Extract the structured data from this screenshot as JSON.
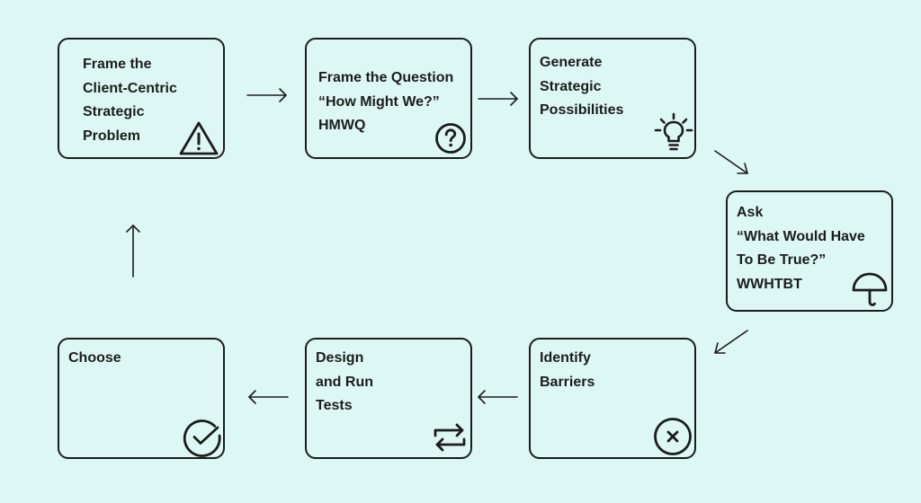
{
  "steps": [
    {
      "lines": [
        "Frame the",
        "Client-Centric",
        "Strategic",
        "Problem"
      ],
      "icon": "warning-triangle-icon"
    },
    {
      "lines": [
        "Frame the Question",
        "“How Might We?”",
        "HMWQ"
      ],
      "icon": "question-circle-icon"
    },
    {
      "lines": [
        "Generate",
        "Strategic",
        "Possibilities"
      ],
      "icon": "lightbulb-icon"
    },
    {
      "lines": [
        "Ask",
        "“What Would Have",
        "To Be True?”",
        "WWHTBT"
      ],
      "icon": "umbrella-icon"
    },
    {
      "lines": [
        "Identify",
        "Barriers"
      ],
      "icon": "x-circle-icon"
    },
    {
      "lines": [
        "Design",
        "and Run",
        "Tests"
      ],
      "icon": "repeat-arrows-icon"
    },
    {
      "lines": [
        "Choose"
      ],
      "icon": "check-circle-icon"
    }
  ],
  "colors": {
    "background": "#ddf8f4",
    "stroke": "#1c1c1c"
  }
}
